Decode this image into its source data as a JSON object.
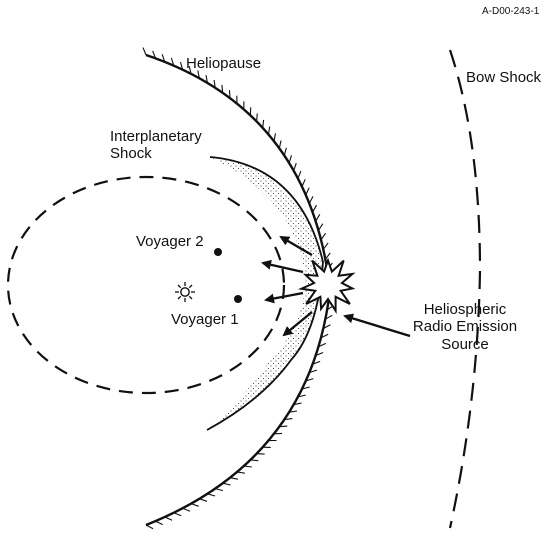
{
  "figure_id": "A-D00-243-1",
  "labels": {
    "heliopause": "Heliopause",
    "bow_shock": "Bow Shock",
    "interplanetary_shock": [
      "Interplanetary",
      "Shock"
    ],
    "voyager_2": "Voyager 2",
    "voyager_1": "Voyager 1",
    "radio_source": [
      "Heliospheric",
      "Radio Emission",
      "Source"
    ]
  },
  "icons": {
    "sun": "sun-icon",
    "burst": "starburst-icon"
  },
  "colors": {
    "ink": "#111111",
    "background": "#ffffff"
  }
}
